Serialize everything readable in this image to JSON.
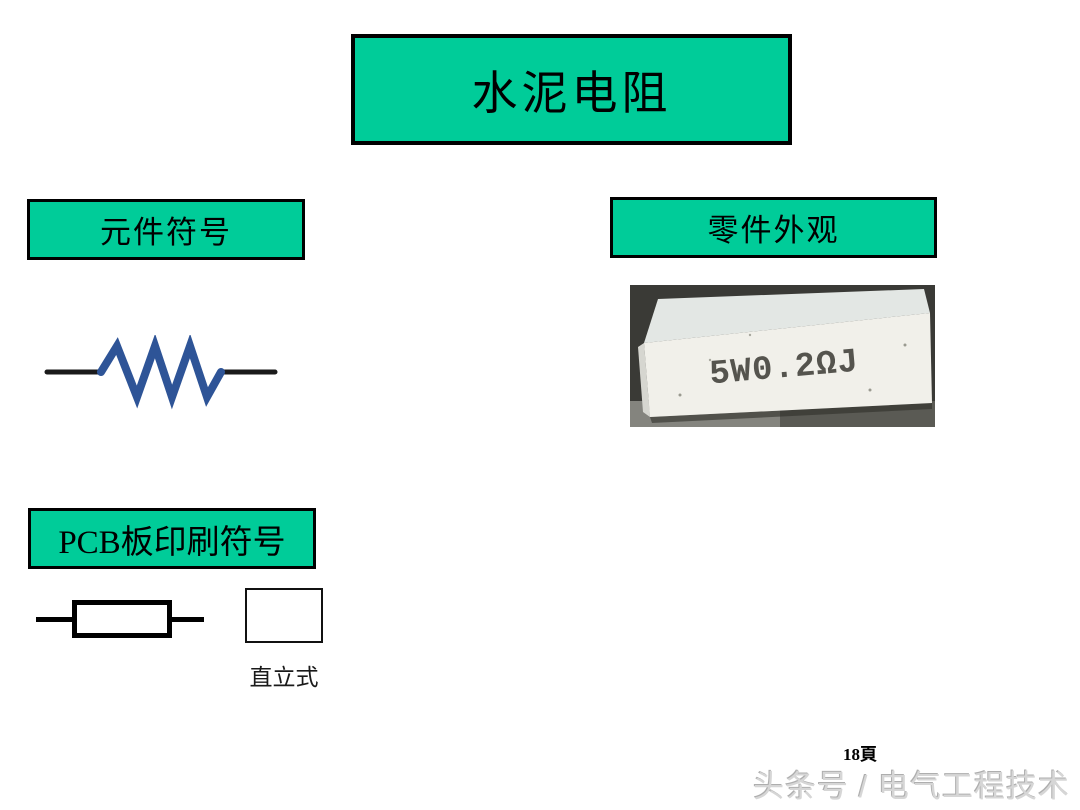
{
  "slide": {
    "title": "水泥电阻",
    "page_number": "18頁",
    "watermark": "头条号 / 电气工程技术"
  },
  "sections": {
    "component_symbol": {
      "label": "元件符号"
    },
    "part_appearance": {
      "label": "零件外观"
    },
    "pcb_symbol": {
      "label": "PCB板印刷符号",
      "upright_label": "直立式"
    }
  },
  "photo": {
    "marking": "5W0.2ΩJ"
  },
  "colors": {
    "header_green": "#00CC99",
    "resistor_blue": "#2E5497",
    "lead_black": "#1a1a1a",
    "photo_background": "#3a3a36",
    "ceramic_white": "#f1f0ea"
  }
}
